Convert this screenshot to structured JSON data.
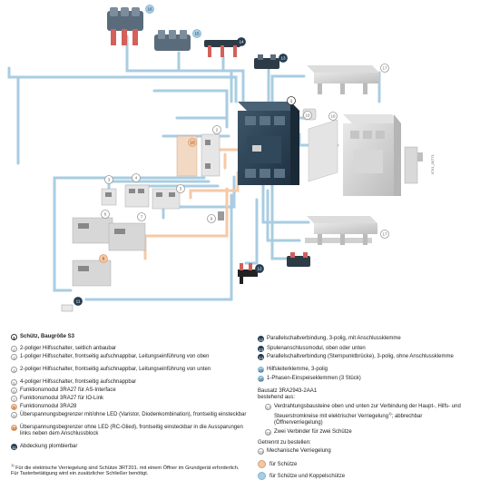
{
  "image_id": "IC01_00771",
  "callouts": [
    "1",
    "2",
    "3",
    "4",
    "5",
    "6",
    "7",
    "8",
    "9",
    "10",
    "11",
    "12",
    "13",
    "14",
    "15",
    "16",
    "17",
    "18",
    "19"
  ],
  "legend_left": [
    {
      "n": "1",
      "style": "bold",
      "text": "Schütz, Baugröße S3",
      "bold": true
    },
    {
      "n": "2",
      "style": "grey",
      "text": "2-poliger Hilfsschalter, seitlich anbaubar"
    },
    {
      "n": "3",
      "style": "grey",
      "text": "1-poliger Hilfsschalter, frontseitig aufschnappbar, Leitungseinführung von oben"
    },
    {
      "n": "4",
      "style": "grey",
      "text": "2-poliger Hilfsschalter, frontseitig aufschnappbar, Leitungseinführung von unten"
    },
    {
      "n": "5",
      "style": "grey",
      "text": "4-poliger Hilfsschalter, frontseitig aufschnappbar"
    },
    {
      "n": "6",
      "style": "grey",
      "text": "Funktionsmodul 3RA27 für AS-Interface"
    },
    {
      "n": "7",
      "style": "grey",
      "text": "Funktionsmodul 3RA27 für IO-Link"
    },
    {
      "n": "8",
      "style": "orange",
      "text": "Funktionsmodul 3RA28"
    },
    {
      "n": "9",
      "style": "grey",
      "text": "Überspannungsbegrenzer mit/ohne LED (Varistor, Diodenkombination), frontseitig einsteckbar"
    },
    {
      "n": "10",
      "style": "orange",
      "text": "Überspannungsbegrenzer ohne LED (RC-Glied), frontseitig einsteckbar in die Aussparungen links neben dem Anschlussblock"
    },
    {
      "n": "11",
      "style": "dark",
      "text": "Abdeckung plombierbar"
    }
  ],
  "legend_right": [
    {
      "n": "12",
      "style": "dark",
      "text": "Parallelschaltverbindung, 3-polig, mit Anschlussklemme"
    },
    {
      "n": "13",
      "style": "dark",
      "text": "Spulenanschlussmodul, oben oder unten"
    },
    {
      "n": "14",
      "style": "dark",
      "text": "Parallelschaltverbindung (Sternpunktbrücke), 3-polig, ohne Anschlussklemme"
    },
    {
      "n": "15",
      "style": "blue",
      "text": "Hilfsleiterklemme, 3-polig"
    },
    {
      "n": "16",
      "style": "blue",
      "text": "1-Phasen-Einspeiseklemmen (3 Stück)"
    }
  ],
  "bausatz": {
    "line1": "Bausatz 3RA2943-2AA1",
    "line2": "bestehend aus:",
    "items": [
      {
        "n": "17",
        "text": "Verdrahtungsbausteine oben und unten zur Verbindung der Haupt-, Hilfs- und Steuerstromkreise mit elektrischer Verriegelung",
        "sup": "1)",
        "text2": "; abbrechbar (Öffnerverriegelung)"
      },
      {
        "n": "18",
        "text": "Zwei Verbinder für zwei Schütze"
      }
    ],
    "getrennt": "Getrennt zu bestellen:",
    "item19": {
      "n": "19",
      "text": "Mechanische Verriegelung"
    }
  },
  "footnote": {
    "mark": "1)",
    "text": "Für die elektrische Verriegelung sind Schütze 3RT201. mit einem Öffner im Grundgerät erforderlich. Für Tasterbetätigung wird ein zusätzlicher Schließer benötigt."
  },
  "key": [
    {
      "color": "#f2c7a5",
      "text": "für Schütze"
    },
    {
      "color": "#a9cde2",
      "text": "für Schütze und Koppelschütze"
    }
  ],
  "colors": {
    "line_blue": "#a9cde2",
    "line_orange": "#f5c9a6",
    "contactor": "#2d4256",
    "grey_part": "#cfcfcf"
  }
}
